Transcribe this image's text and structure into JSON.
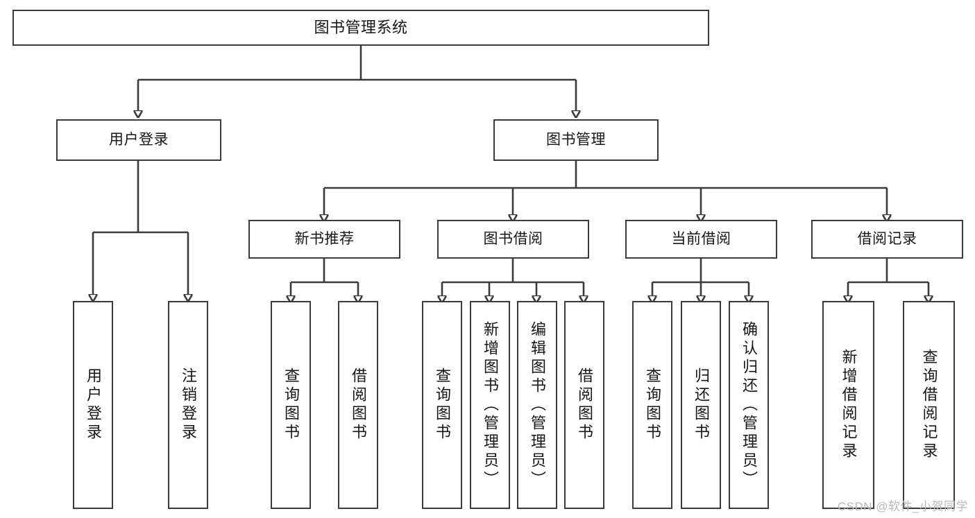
{
  "diagram": {
    "title": "图书管理系统",
    "type": "hierarchy-tree",
    "watermark": "CSDN @软件_小贺同学",
    "colors": {
      "stroke": "#3a3a3a",
      "fill": "#ffffff",
      "text": "#161616",
      "watermark": "#b9b9b9"
    },
    "levels": {
      "root": {
        "label": "图书管理系统"
      },
      "level2": [
        {
          "id": "user-login",
          "label": "用户登录"
        },
        {
          "id": "book-manage",
          "label": "图书管理"
        }
      ],
      "level3": [
        {
          "id": "new-book-rec",
          "label": "新书推荐",
          "parent": "book-manage"
        },
        {
          "id": "book-borrow",
          "label": "图书借阅",
          "parent": "book-manage"
        },
        {
          "id": "current-borrow",
          "label": "当前借阅",
          "parent": "book-manage"
        },
        {
          "id": "borrow-record",
          "label": "借阅记录",
          "parent": "book-manage"
        }
      ],
      "leaves": [
        {
          "id": "leaf-user-login",
          "label": "用户登录",
          "parent": "user-login"
        },
        {
          "id": "leaf-logout",
          "label": "注销登录",
          "parent": "user-login"
        },
        {
          "id": "leaf-query-book-1",
          "label": "查询图书",
          "parent": "new-book-rec"
        },
        {
          "id": "leaf-borrow-book-1",
          "label": "借阅图书",
          "parent": "new-book-rec"
        },
        {
          "id": "leaf-query-book-2",
          "label": "查询图书",
          "parent": "book-borrow"
        },
        {
          "id": "leaf-add-book",
          "label": "新增图书（管理员）",
          "parent": "book-borrow"
        },
        {
          "id": "leaf-edit-book",
          "label": "编辑图书（管理员）",
          "parent": "book-borrow"
        },
        {
          "id": "leaf-borrow-book-2",
          "label": "借阅图书",
          "parent": "book-borrow"
        },
        {
          "id": "leaf-query-book-3",
          "label": "查询图书",
          "parent": "current-borrow"
        },
        {
          "id": "leaf-return-book",
          "label": "归还图书",
          "parent": "current-borrow"
        },
        {
          "id": "leaf-confirm-return",
          "label": "确认归还（管理员）",
          "parent": "current-borrow"
        },
        {
          "id": "leaf-add-record",
          "label": "新增借阅记录",
          "parent": "borrow-record"
        },
        {
          "id": "leaf-query-record",
          "label": "查询借阅记录",
          "parent": "borrow-record"
        }
      ]
    }
  }
}
